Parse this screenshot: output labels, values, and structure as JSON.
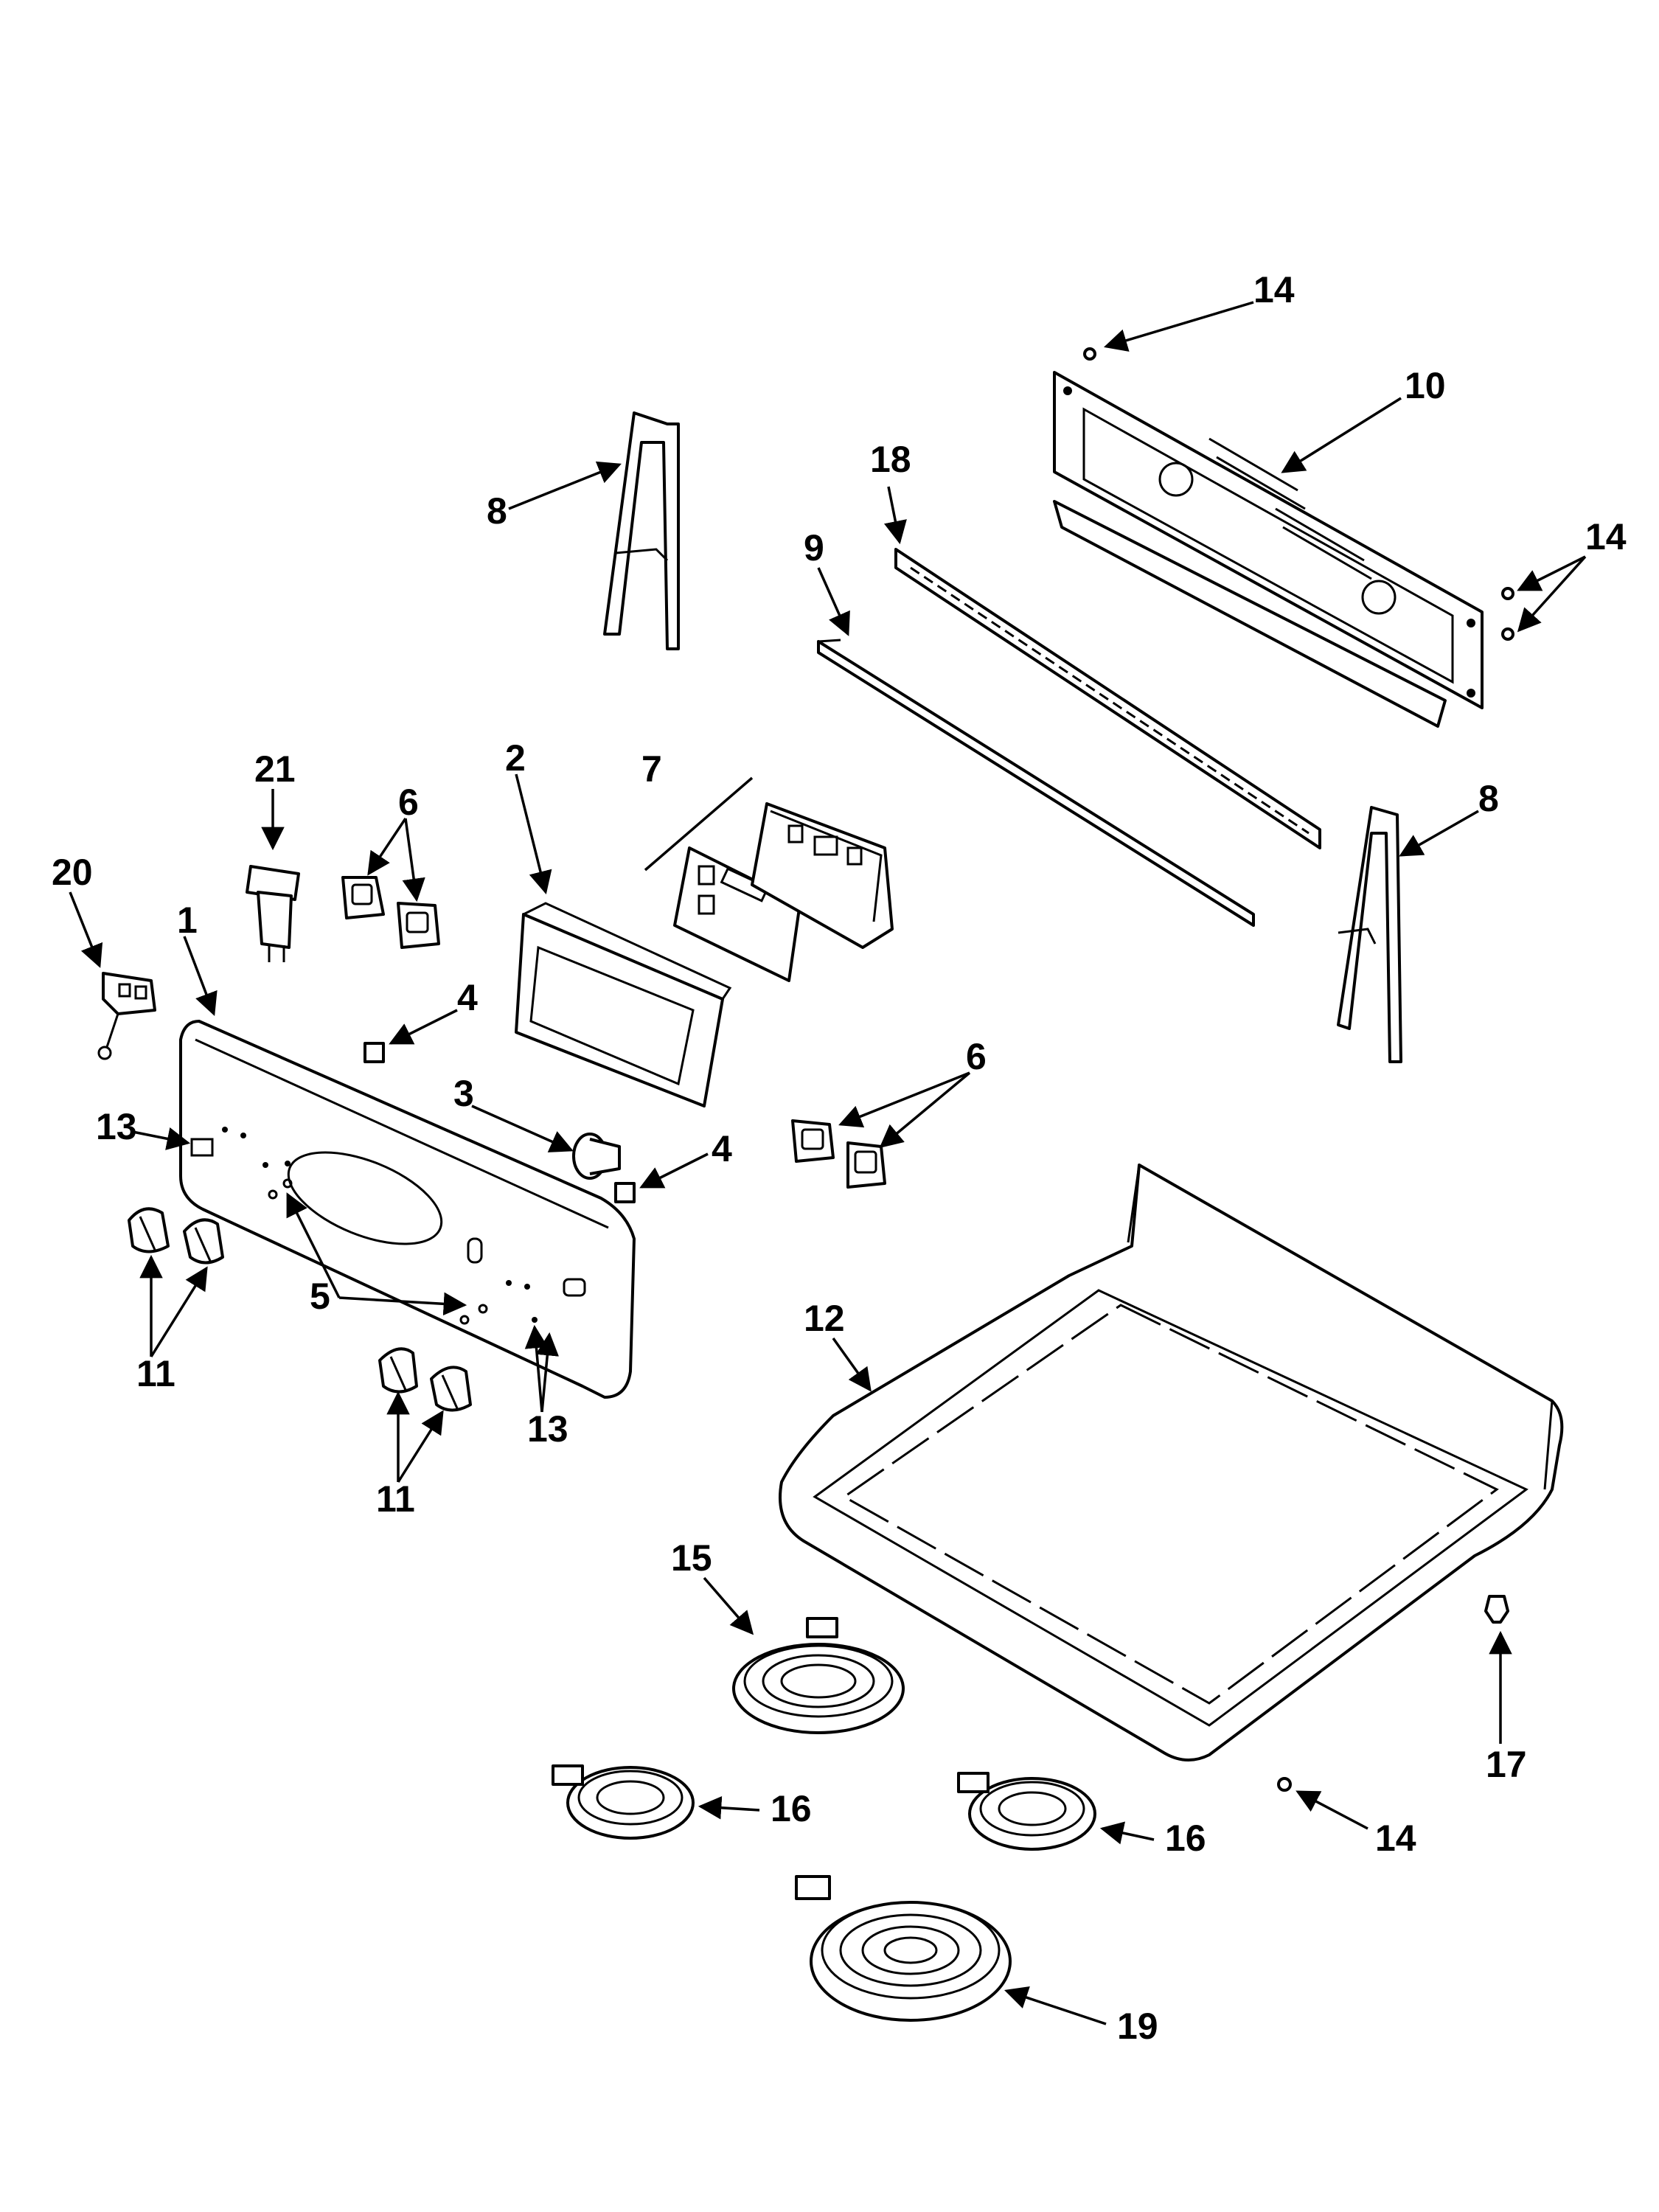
{
  "diagram": {
    "callouts": {
      "c1": "1",
      "c2": "2",
      "c3": "3",
      "c4a": "4",
      "c4b": "4",
      "c5": "5",
      "c6a": "6",
      "c6b": "6",
      "c7": "7",
      "c8a": "8",
      "c8b": "8",
      "c9": "9",
      "c10": "10",
      "c11a": "11",
      "c11b": "11",
      "c12": "12",
      "c13a": "13",
      "c13b": "13",
      "c14a": "14",
      "c14b": "14",
      "c14c": "14",
      "c15": "15",
      "c16a": "16",
      "c16b": "16",
      "c17": "17",
      "c18": "18",
      "c19": "19",
      "c20": "20",
      "c21": "21"
    }
  }
}
